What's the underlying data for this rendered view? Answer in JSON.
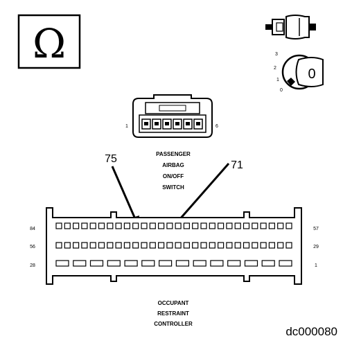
{
  "ohmmeter": {
    "symbol": "Ω"
  },
  "key_cylinder": {
    "positions": [
      "3",
      "2",
      "1",
      "0"
    ],
    "key_label": "0"
  },
  "switch_connector": {
    "pin_left": "1",
    "pin_right": "6",
    "label_lines": [
      "PASSENGER",
      "AIRBAG",
      "ON/OFF",
      "SWITCH"
    ]
  },
  "callouts": {
    "pin_a": "75",
    "pin_b": "71"
  },
  "controller_connector": {
    "row_labels_left": [
      "84",
      "56",
      "28"
    ],
    "row_labels_right": [
      "57",
      "29",
      "1"
    ],
    "label_lines": [
      "OCCUPANT",
      "RESTRAINT",
      "CONTROLLER"
    ]
  },
  "figure_ref": "dc000080"
}
